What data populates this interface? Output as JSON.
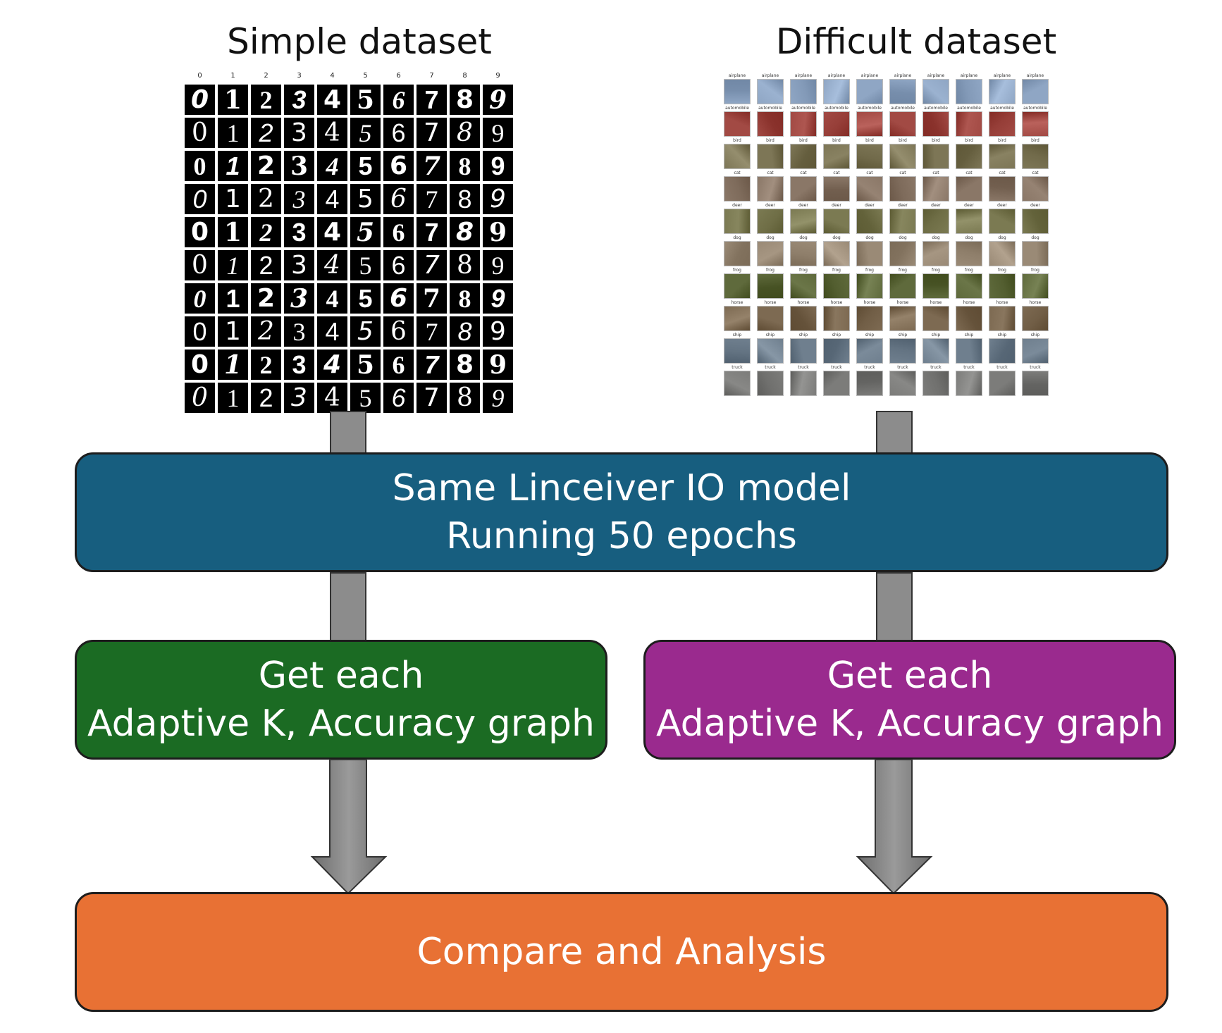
{
  "titles": {
    "simple": "Simple dataset",
    "difficult": "Difficult dataset"
  },
  "mnist": {
    "column_labels": [
      "0",
      "1",
      "2",
      "3",
      "4",
      "5",
      "6",
      "7",
      "8",
      "9"
    ],
    "rows": 10,
    "digits": [
      "0",
      "1",
      "2",
      "3",
      "4",
      "5",
      "6",
      "7",
      "8",
      "9"
    ]
  },
  "cifar": {
    "classes": [
      "airplane",
      "automobile",
      "bird",
      "cat",
      "deer",
      "dog",
      "frog",
      "horse",
      "ship",
      "truck"
    ],
    "colors": [
      "#8fa6c4",
      "#a24a44",
      "#7d7656",
      "#8a7767",
      "#7b7a52",
      "#9a8a76",
      "#5f6a3c",
      "#7d6a52",
      "#6f7f8e",
      "#7c7c7a"
    ]
  },
  "model_box": {
    "line1": "Same Linceiver IO model",
    "line2": "Running 50 epochs",
    "color": "#175e7f"
  },
  "simple_result_box": {
    "line1": "Get each",
    "line2": "Adaptive K, Accuracy graph",
    "color": "#1b6b23"
  },
  "difficult_result_box": {
    "line1": "Get each",
    "line2": "Adaptive K, Accuracy graph",
    "color": "#9a2a8e"
  },
  "compare_box": {
    "label": "Compare and Analysis",
    "color": "#e87134"
  }
}
